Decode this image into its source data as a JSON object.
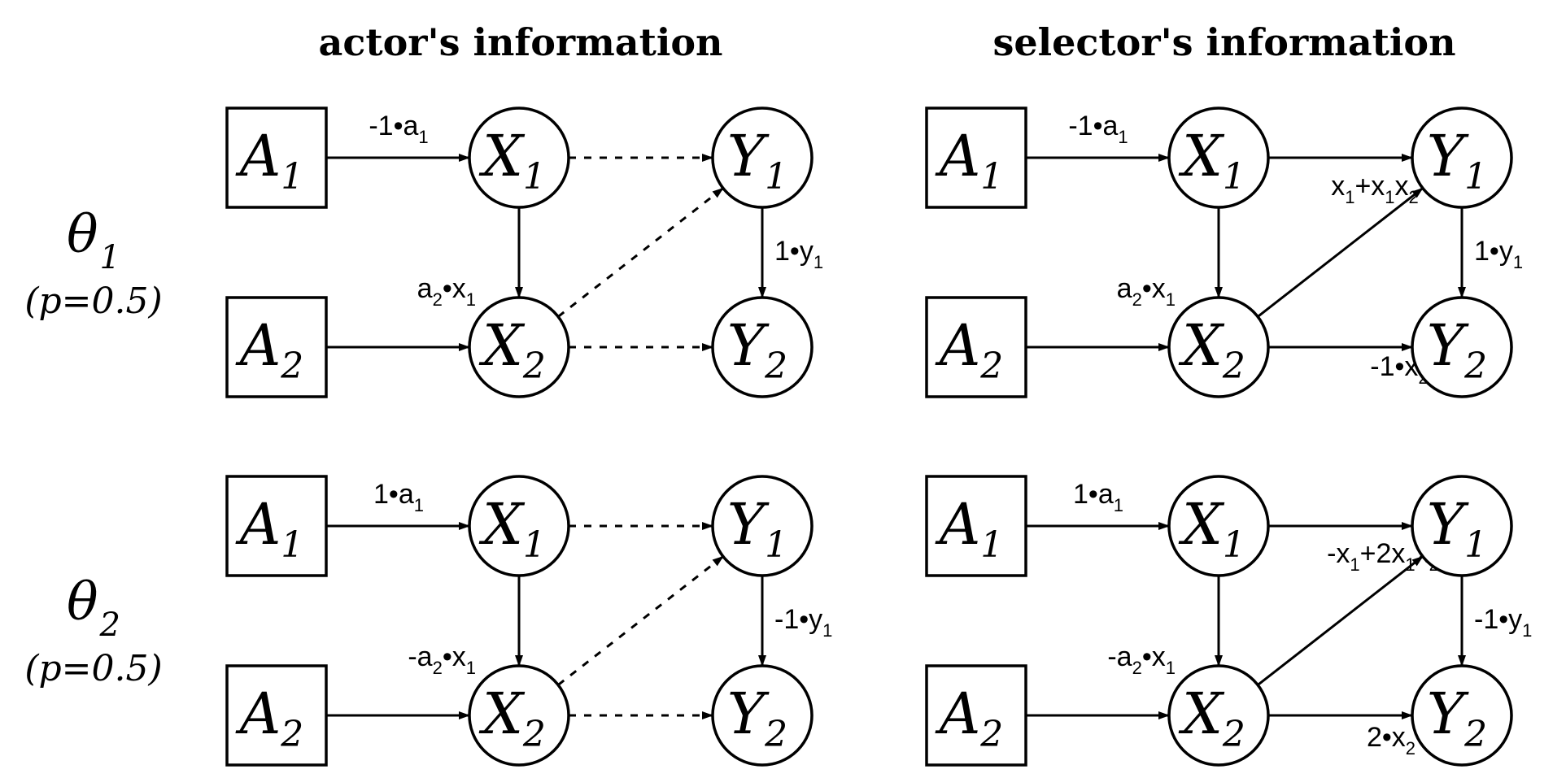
{
  "columns": [
    {
      "title": "actor's information"
    },
    {
      "title": "selector's information"
    }
  ],
  "rows": [
    {
      "theta": "θ",
      "theta_sub": "1",
      "prob": "(p=0.5)"
    },
    {
      "theta": "θ",
      "theta_sub": "2",
      "prob": "(p=0.5)"
    }
  ],
  "nodes": {
    "A1": {
      "letter": "A",
      "sub": "1",
      "shape": "box"
    },
    "A2": {
      "letter": "A",
      "sub": "2",
      "shape": "box"
    },
    "X1": {
      "letter": "X",
      "sub": "1",
      "shape": "circle"
    },
    "X2": {
      "letter": "X",
      "sub": "2",
      "shape": "circle"
    },
    "Y1": {
      "letter": "Y",
      "sub": "1",
      "shape": "circle"
    },
    "Y2": {
      "letter": "Y",
      "sub": "2",
      "shape": "circle"
    }
  },
  "panels": [
    {
      "column": 0,
      "row": 0,
      "edges": [
        {
          "from": "A1",
          "to": "X1",
          "style": "solid",
          "label": [
            [
              "-1•a"
            ],
            [
              "1",
              "sub"
            ]
          ]
        },
        {
          "from": "X1",
          "to": "X2",
          "style": "solid",
          "label": [
            [
              "a"
            ],
            [
              "2",
              "sub"
            ],
            [
              "•x"
            ],
            [
              "1",
              "sub"
            ]
          ]
        },
        {
          "from": "A2",
          "to": "X2",
          "style": "solid",
          "label": null
        },
        {
          "from": "X1",
          "to": "Y1",
          "style": "dotted",
          "label": null
        },
        {
          "from": "X2",
          "to": "Y1",
          "style": "dotted",
          "label": null
        },
        {
          "from": "X2",
          "to": "Y2",
          "style": "dotted",
          "label": null
        },
        {
          "from": "Y1",
          "to": "Y2",
          "style": "solid",
          "label": [
            [
              "1•y"
            ],
            [
              "1",
              "sub"
            ]
          ]
        }
      ]
    },
    {
      "column": 1,
      "row": 0,
      "edges": [
        {
          "from": "A1",
          "to": "X1",
          "style": "solid",
          "label": [
            [
              "-1•a"
            ],
            [
              "1",
              "sub"
            ]
          ]
        },
        {
          "from": "X1",
          "to": "X2",
          "style": "solid",
          "label": [
            [
              "a"
            ],
            [
              "2",
              "sub"
            ],
            [
              "•x"
            ],
            [
              "1",
              "sub"
            ]
          ]
        },
        {
          "from": "A2",
          "to": "X2",
          "style": "solid",
          "label": null
        },
        {
          "from": "X1",
          "to": "Y1",
          "style": "solid",
          "label": [
            [
              "x"
            ],
            [
              "1",
              "sub"
            ],
            [
              "+x"
            ],
            [
              "1",
              "sub"
            ],
            [
              "x"
            ],
            [
              "2",
              "sub"
            ]
          ]
        },
        {
          "from": "X2",
          "to": "Y1",
          "style": "solid",
          "label": null
        },
        {
          "from": "X2",
          "to": "Y2",
          "style": "solid",
          "label": [
            [
              "-1•x"
            ],
            [
              "2",
              "sub"
            ]
          ]
        },
        {
          "from": "Y1",
          "to": "Y2",
          "style": "solid",
          "label": [
            [
              "1•y"
            ],
            [
              "1",
              "sub"
            ]
          ]
        }
      ]
    },
    {
      "column": 0,
      "row": 1,
      "edges": [
        {
          "from": "A1",
          "to": "X1",
          "style": "solid",
          "label": [
            [
              "1•a"
            ],
            [
              "1",
              "sub"
            ]
          ]
        },
        {
          "from": "X1",
          "to": "X2",
          "style": "solid",
          "label": [
            [
              "-a"
            ],
            [
              "2",
              "sub"
            ],
            [
              "•x"
            ],
            [
              "1",
              "sub"
            ]
          ]
        },
        {
          "from": "A2",
          "to": "X2",
          "style": "solid",
          "label": null
        },
        {
          "from": "X1",
          "to": "Y1",
          "style": "dotted",
          "label": null
        },
        {
          "from": "X2",
          "to": "Y1",
          "style": "dotted",
          "label": null
        },
        {
          "from": "X2",
          "to": "Y2",
          "style": "dotted",
          "label": null
        },
        {
          "from": "Y1",
          "to": "Y2",
          "style": "solid",
          "label": [
            [
              "-1•y"
            ],
            [
              "1",
              "sub"
            ]
          ]
        }
      ]
    },
    {
      "column": 1,
      "row": 1,
      "edges": [
        {
          "from": "A1",
          "to": "X1",
          "style": "solid",
          "label": [
            [
              "1•a"
            ],
            [
              "1",
              "sub"
            ]
          ]
        },
        {
          "from": "X1",
          "to": "X2",
          "style": "solid",
          "label": [
            [
              "-a"
            ],
            [
              "2",
              "sub"
            ],
            [
              "•x"
            ],
            [
              "1",
              "sub"
            ]
          ]
        },
        {
          "from": "A2",
          "to": "X2",
          "style": "solid",
          "label": null
        },
        {
          "from": "X1",
          "to": "Y1",
          "style": "solid",
          "label": [
            [
              "-x"
            ],
            [
              "1",
              "sub"
            ],
            [
              "+2x"
            ],
            [
              "1",
              "sub"
            ],
            [
              "x"
            ],
            [
              "2",
              "sub"
            ]
          ]
        },
        {
          "from": "X2",
          "to": "Y1",
          "style": "solid",
          "label": null
        },
        {
          "from": "X2",
          "to": "Y2",
          "style": "solid",
          "label": [
            [
              "2•x"
            ],
            [
              "2",
              "sub"
            ]
          ]
        },
        {
          "from": "Y1",
          "to": "Y2",
          "style": "solid",
          "label": [
            [
              "-1•y"
            ],
            [
              "1",
              "sub"
            ]
          ]
        }
      ]
    }
  ]
}
